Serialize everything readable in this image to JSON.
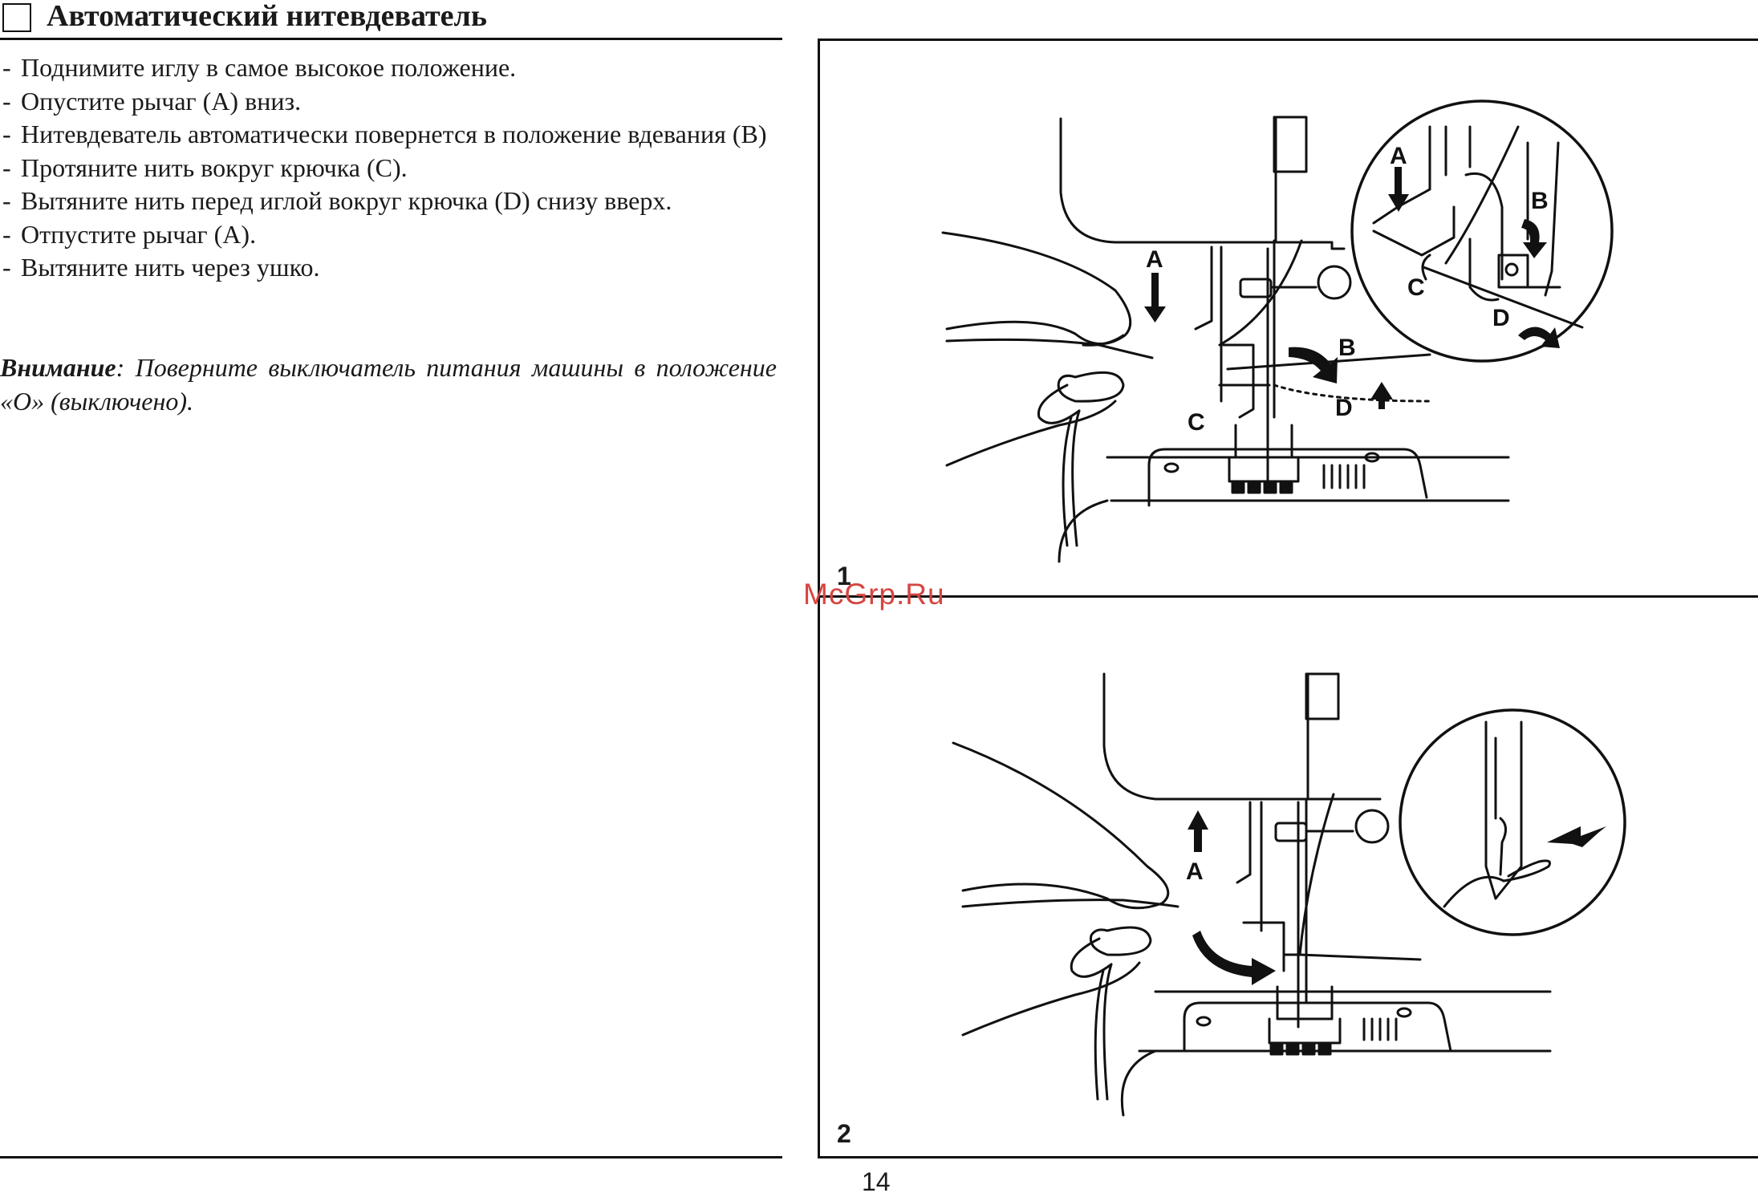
{
  "header": {
    "title": "Автоматический нитевдеватель"
  },
  "steps": [
    "Поднимите иглу в самое высокое положение.",
    "Опустите рычаг (A) вниз.",
    "Нитевдеватель автоматически повернется в положение вдевания (B)",
    "Протяните нить вокруг крючка (C).",
    "Вытяните нить перед иглой вокруг крючка (D) снизу вверх.",
    "Отпустите рычаг (A).",
    "Вытяните нить через ушко."
  ],
  "note": {
    "label": "Внимание",
    "text": ": Поверните выключатель питания машины в положение «О» (выключено)."
  },
  "figures": {
    "fig1": {
      "number": "1",
      "labels": {
        "a": "A",
        "b": "B",
        "c": "C",
        "d": "D"
      },
      "inset_labels": {
        "a": "A",
        "b": "B",
        "c": "C",
        "d": "D"
      }
    },
    "fig2": {
      "number": "2",
      "labels": {
        "a": "A"
      }
    }
  },
  "watermark": "McGrp.Ru",
  "page_number": "14"
}
